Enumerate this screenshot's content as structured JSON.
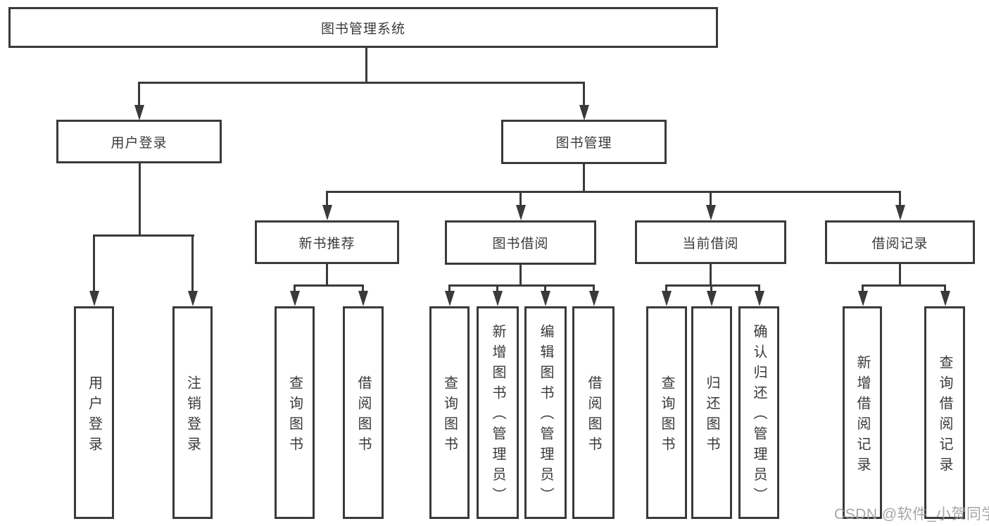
{
  "tree": {
    "root": {
      "label": "图书管理系统",
      "children": [
        {
          "label": "用户登录",
          "children": [
            {
              "label": "用户登录"
            },
            {
              "label": "注销登录"
            }
          ]
        },
        {
          "label": "图书管理",
          "children": [
            {
              "label": "新书推荐",
              "children": [
                {
                  "label": "查询图书"
                },
                {
                  "label": "借阅图书"
                }
              ]
            },
            {
              "label": "图书借阅",
              "children": [
                {
                  "label": "查询图书"
                },
                {
                  "label": "新增图书（管理员）"
                },
                {
                  "label": "编辑图书（管理员）"
                },
                {
                  "label": "借阅图书"
                }
              ]
            },
            {
              "label": "当前借阅",
              "children": [
                {
                  "label": "查询图书"
                },
                {
                  "label": "归还图书"
                },
                {
                  "label": "确认归还（管理员）"
                }
              ]
            },
            {
              "label": "借阅记录",
              "children": [
                {
                  "label": "新增借阅记录"
                },
                {
                  "label": "查询借阅记录"
                }
              ]
            }
          ]
        }
      ]
    }
  },
  "watermark": "CSDN @软件_小贺同学",
  "colors": {
    "line": "#3a3a3a",
    "text": "#3a3a3a",
    "watermark": "#9d9da3"
  }
}
